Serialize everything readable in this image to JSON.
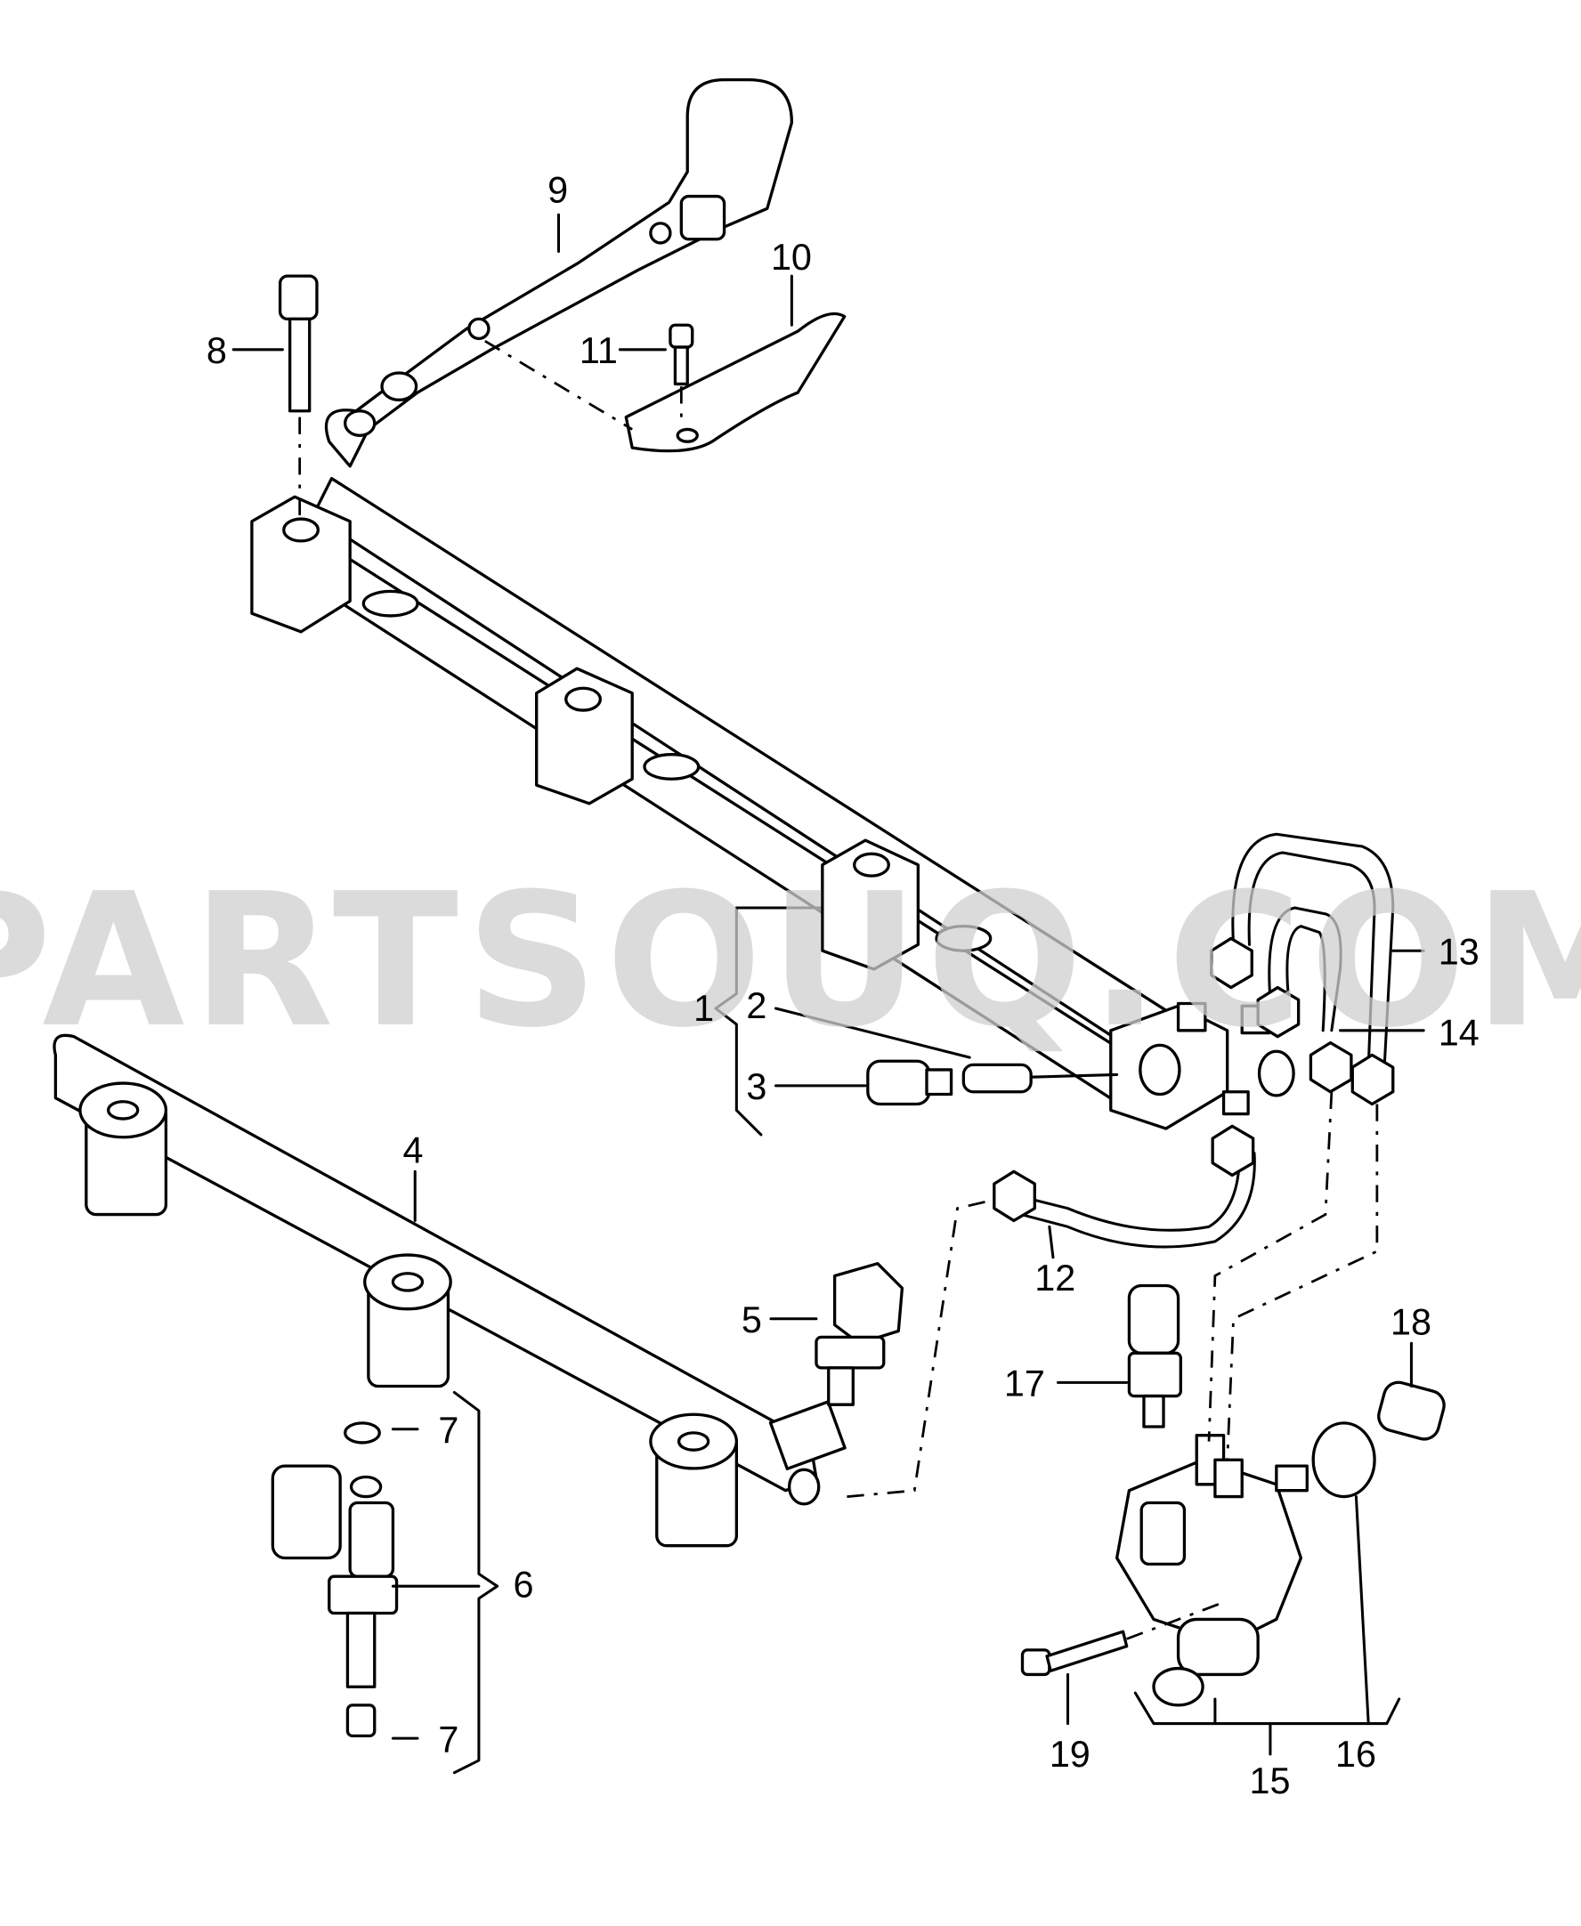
{
  "diagram": {
    "watermark": "PARTSOUQ.COM",
    "callouts": {
      "c1": "1",
      "c2": "2",
      "c3": "3",
      "c4": "4",
      "c5": "5",
      "c6": "6",
      "c7a": "7",
      "c7b": "7",
      "c8": "8",
      "c9": "9",
      "c10": "10",
      "c11": "11",
      "c12": "12",
      "c13": "13",
      "c14": "14",
      "c15": "15",
      "c16": "16",
      "c17": "17",
      "c18": "18",
      "c19": "19"
    }
  }
}
